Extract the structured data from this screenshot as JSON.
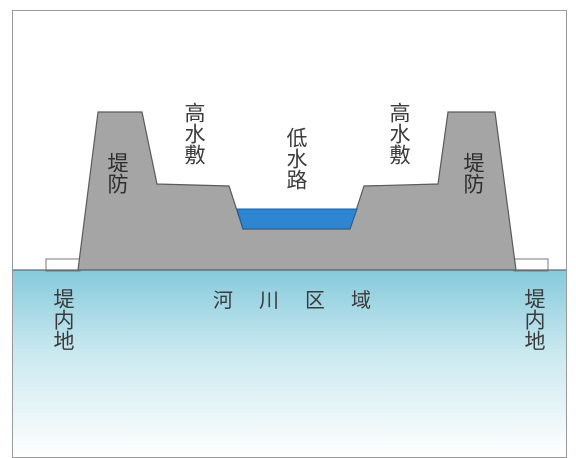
{
  "labels": {
    "levee_left": "堤防",
    "levee_right": "堤防",
    "high_water_bed_left": "高水敷",
    "high_water_bed_right": "高水敷",
    "low_water_channel": "低水路",
    "river_area": "河川区域",
    "landside_left": "堤内地",
    "landside_right": "堤内地"
  },
  "colors": {
    "embankment": "#a3a3a3",
    "embankment_stroke": "#555555",
    "water": "#2f86d2",
    "ground_gradient_top": "#8ed0e0",
    "ground_gradient_bottom": "#ffffff",
    "land_strip": "#ffffff"
  }
}
